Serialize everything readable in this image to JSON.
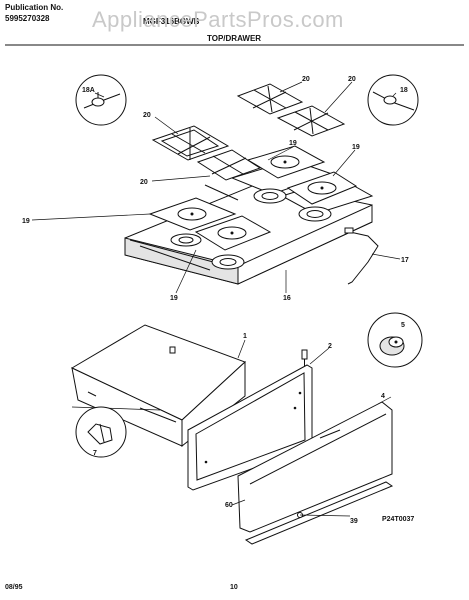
{
  "header": {
    "publication_label": "Publication No.",
    "publication_number": "5995270328",
    "model": "MGF316BGWB",
    "section_title": "TOP/DRAWER",
    "watermark": "AppliancePartsPros.com"
  },
  "callouts": {
    "c1": "1",
    "c2": "2",
    "c4": "4",
    "c5": "5",
    "c7": "7",
    "c16": "16",
    "c17": "17",
    "c18": "18",
    "c18a": "18A",
    "c19a": "19",
    "c19b": "19",
    "c19c": "19",
    "c19d": "19",
    "c20a": "20",
    "c20b": "20",
    "c20c": "20",
    "c20d": "20",
    "c39": "39",
    "c60": "60"
  },
  "figure_code": "P24T0037",
  "footer": {
    "date": "08/95",
    "page": "10"
  }
}
